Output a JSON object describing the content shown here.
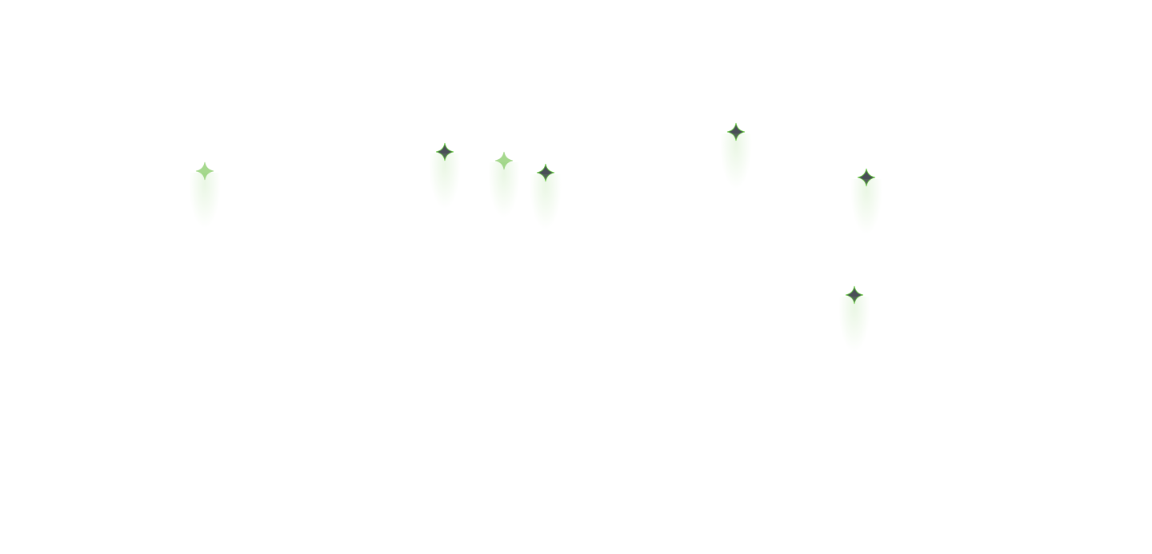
{
  "colors": {
    "background": "#ffffff",
    "dark_fill": "#4a4f57",
    "dark_stroke": "#5fc43a",
    "light_fill": "#a6d88e"
  },
  "sparkles": [
    {
      "icon": "sparkle-icon",
      "variant": "light"
    },
    {
      "icon": "sparkle-icon",
      "variant": "dark"
    },
    {
      "icon": "sparkle-icon",
      "variant": "light"
    },
    {
      "icon": "sparkle-icon",
      "variant": "dark"
    },
    {
      "icon": "sparkle-icon",
      "variant": "dark"
    },
    {
      "icon": "sparkle-icon",
      "variant": "dark"
    },
    {
      "icon": "sparkle-icon",
      "variant": "dark"
    }
  ]
}
